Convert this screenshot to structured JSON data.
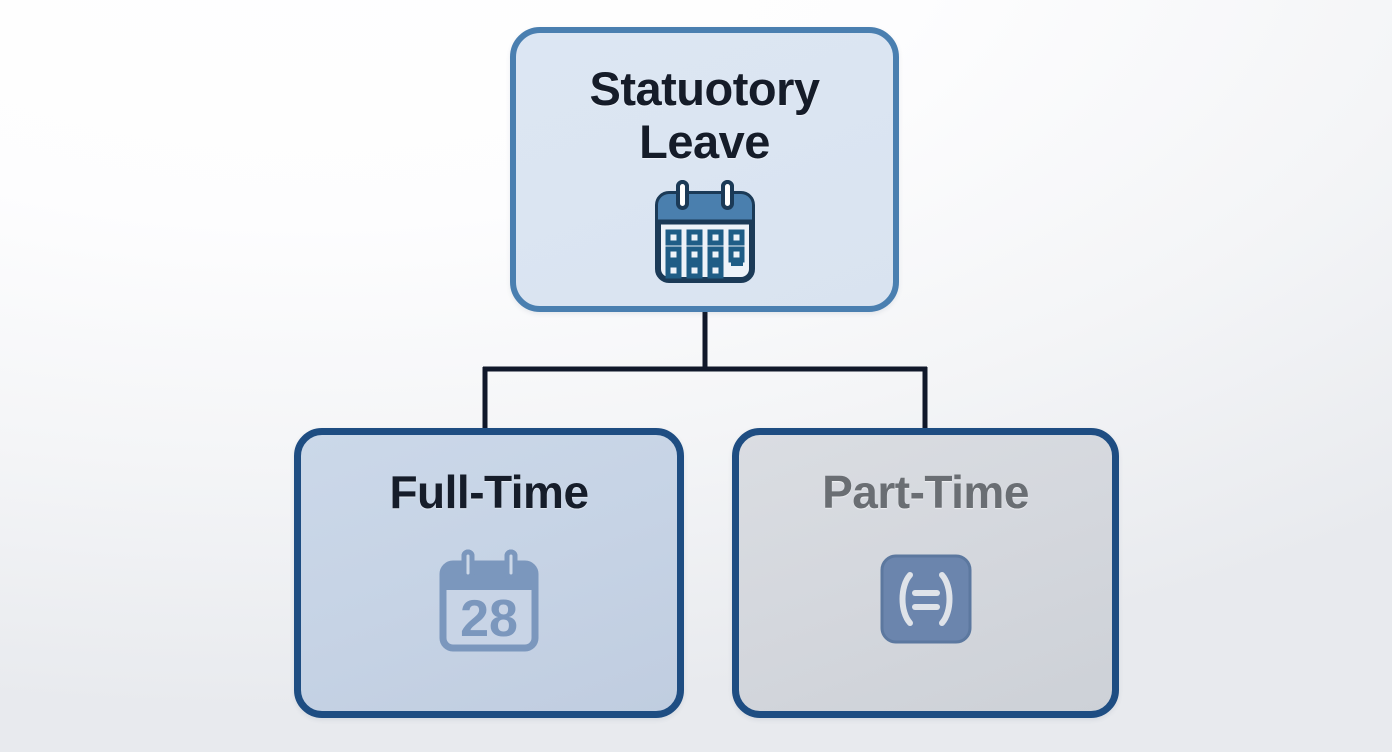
{
  "diagram": {
    "type": "hierarchy-tree",
    "title": "Statuotory Leave hierarchy",
    "background_top": "#ffffff",
    "background_bottom": "#e8eaee",
    "connector_color": "#10182a"
  },
  "nodes": {
    "root": {
      "label": "Statuotory\nLeave",
      "icon_name": "calendar-icon",
      "border_color": "#4a7fb0",
      "fill_color": "#dce6f3",
      "text_color": "#151c29"
    },
    "left": {
      "label": "Full-Time",
      "icon_name": "calendar-28-icon",
      "icon_value": "28",
      "border_color": "#1e4d82",
      "fill_color": "#c6d3e5",
      "text_color": "#161d2a"
    },
    "right": {
      "label": "Part-Time",
      "icon_name": "pro-rata-equals-icon",
      "icon_value": "(=)",
      "border_color": "#1e4d82",
      "fill_color": "#d4d7dd",
      "text_color": "#6a6e73"
    }
  }
}
